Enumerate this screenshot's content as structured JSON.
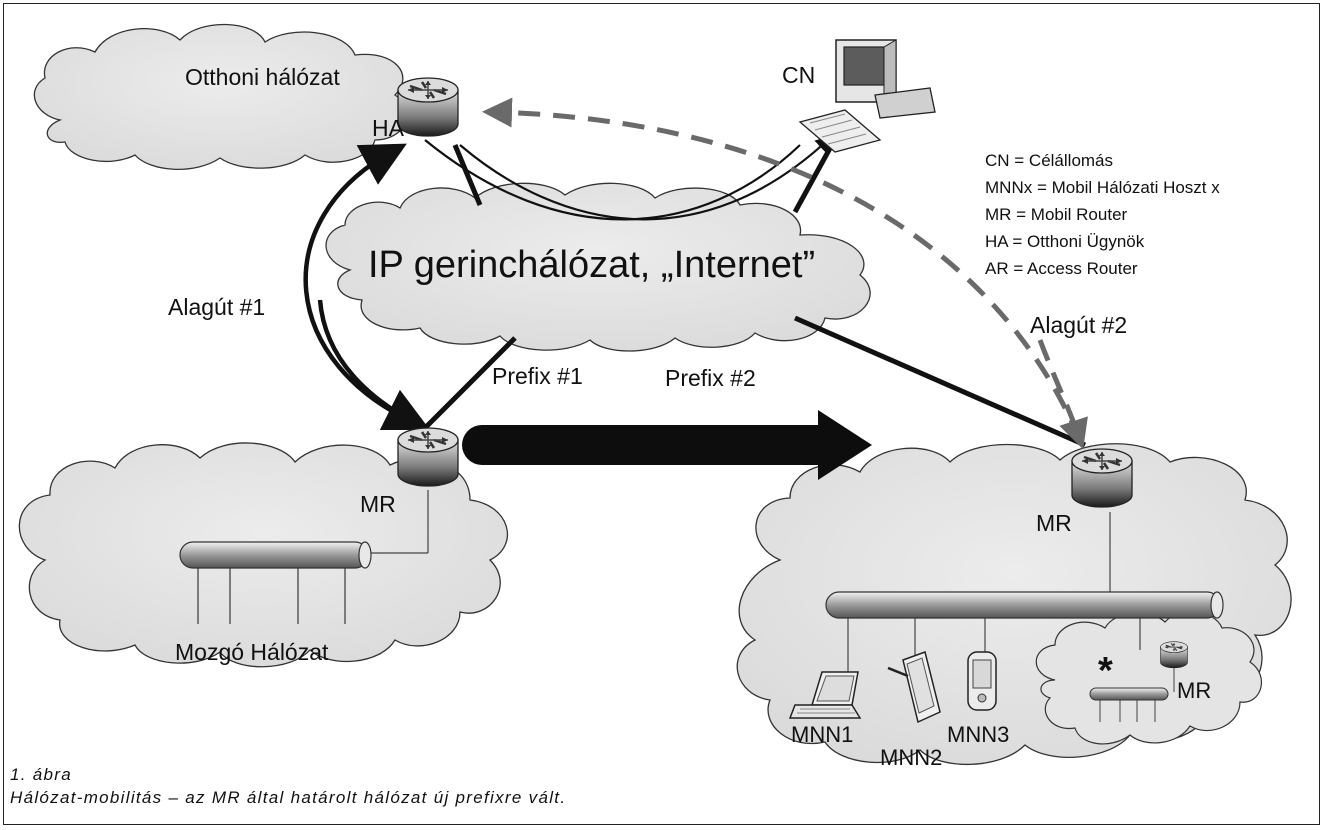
{
  "clouds": {
    "home": "Otthoni hálózat",
    "internet": "IP gerinchálózat, „Internet”",
    "mobile_old": "Mozgó Hálózat"
  },
  "nodes": {
    "ha": "HA",
    "cn": "CN",
    "mr_old": "MR",
    "mr_new": "MR",
    "mr_nested": "MR",
    "mnn1": "MNN1",
    "mnn2": "MNN2",
    "mnn3": "MNN3",
    "nested_mark": "*"
  },
  "links": {
    "tunnel1": "Alagút #1",
    "tunnel2": "Alagút #2",
    "prefix1": "Prefix #1",
    "prefix2": "Prefix #2"
  },
  "legend": [
    "CN = Célállomás",
    "MNNx = Mobil Hálózati Hoszt x",
    "MR = Mobil Router",
    "HA = Otthoni Ügynök",
    "AR = Access Router"
  ],
  "caption": {
    "number": "1. ábra",
    "text": "Hálózat-mobilitás – az MR által határolt hálózat új prefixre vált."
  }
}
